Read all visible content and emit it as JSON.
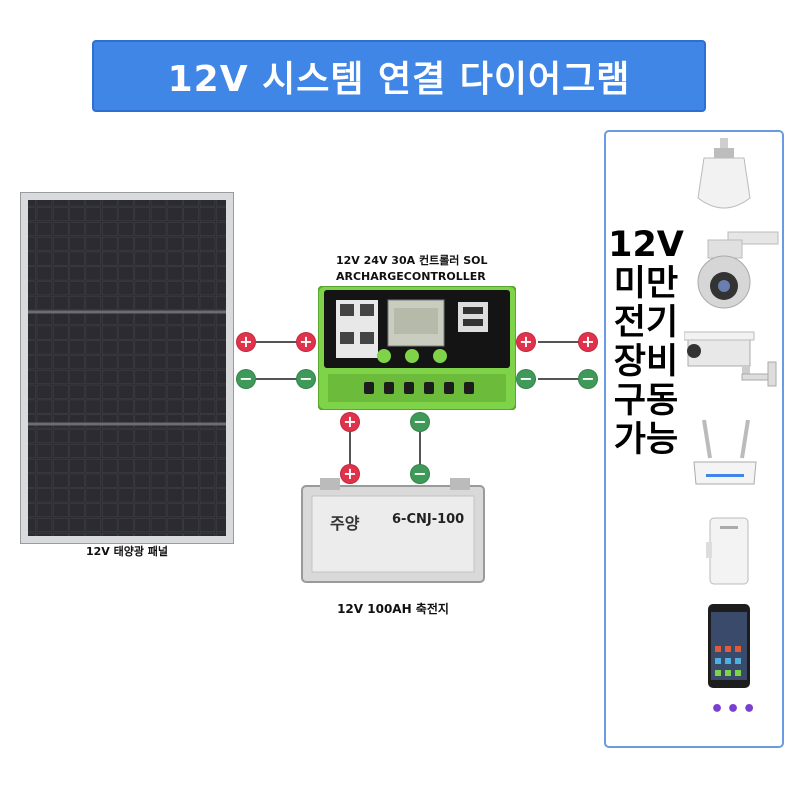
{
  "title": "12V 시스템 연결 다이어그램",
  "panel_label": "12V 태양광 패널",
  "controller_label": "12V 24V 30A 컨트롤러 SOLARCHARGECONTROLLER",
  "battery_label": "12V 100AH 축전지",
  "battery_brand": "주양",
  "battery_model": "6-CNJ-100",
  "device_text": "12V미만전기장비구동가능",
  "terminal_plus": "+",
  "terminal_minus": "−",
  "more_dots": "•••",
  "colors": {
    "banner": "#3f86e6",
    "controller_body": "#7ed348",
    "plus_terminal": "#e0324b",
    "minus_terminal": "#3f9a5a",
    "device_border": "#6a9be0"
  },
  "icons": [
    "bulb-icon",
    "dome-camera-icon",
    "box-camera-icon",
    "router-icon",
    "access-point-icon",
    "phone-icon"
  ]
}
